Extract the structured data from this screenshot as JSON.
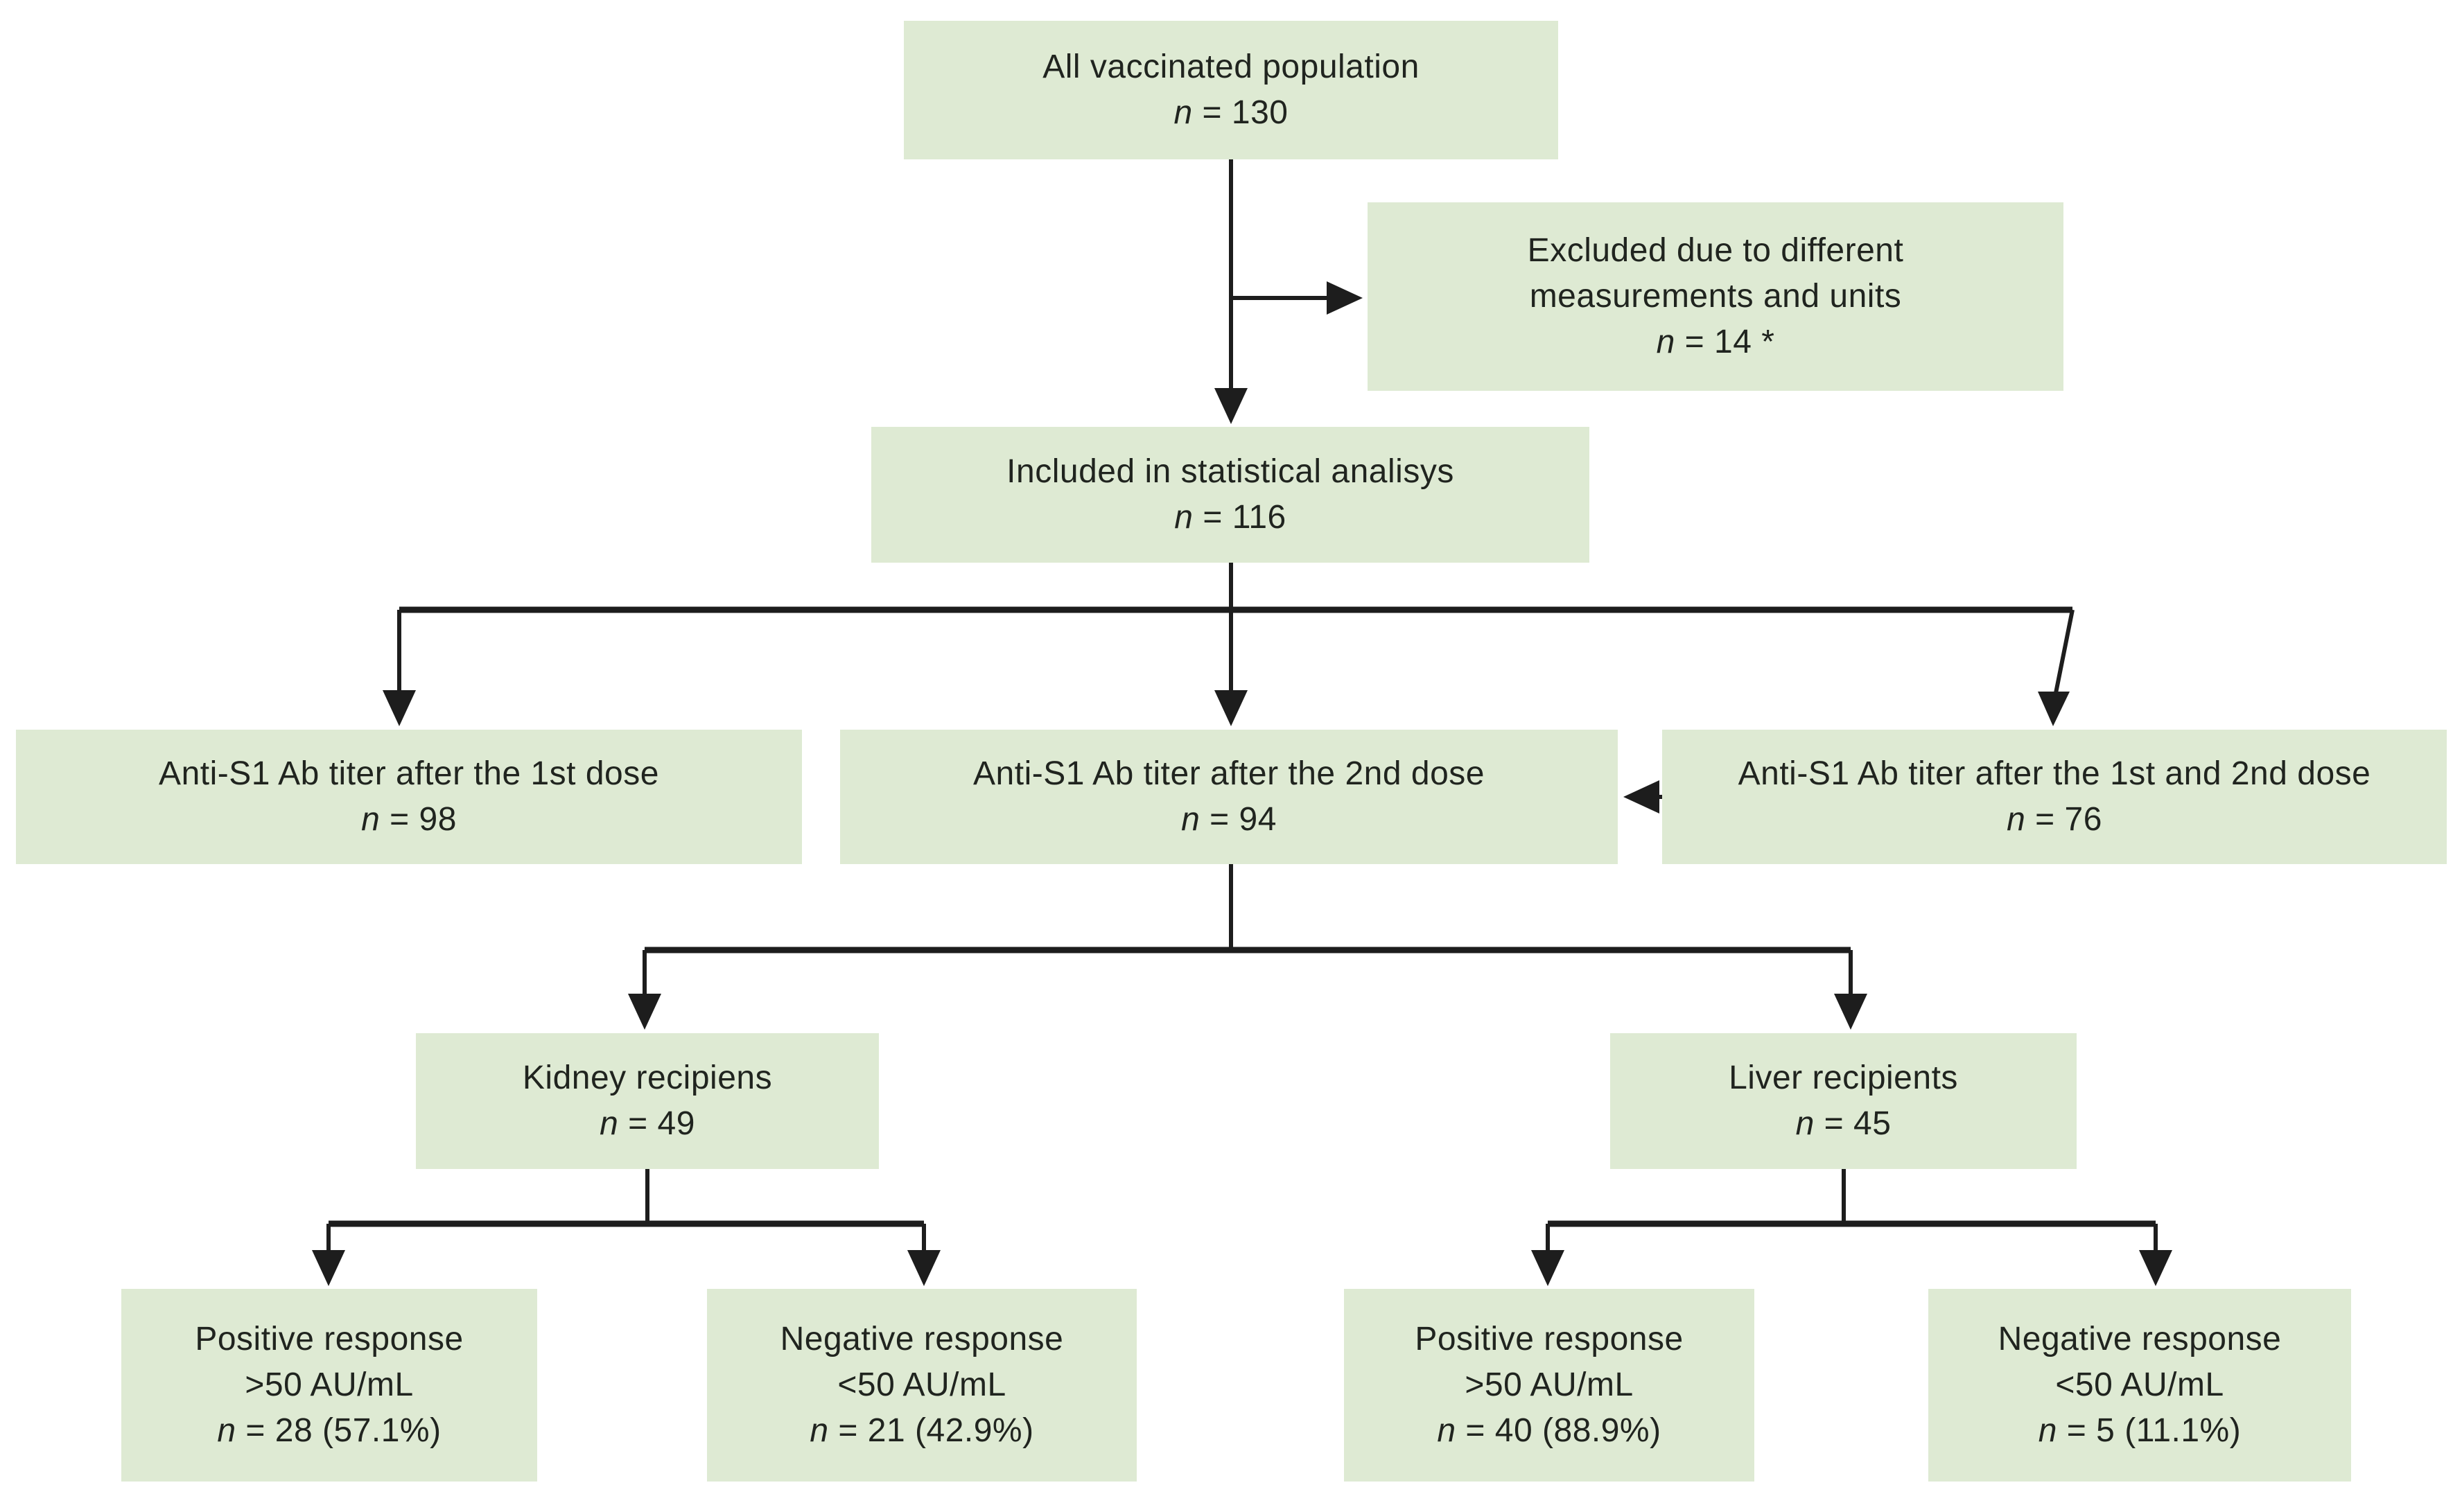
{
  "diagram": {
    "title": "Vaccinated population flow diagram",
    "n_symbol": "n",
    "colors": {
      "box_fill": "#deead3",
      "text": "#20241f",
      "line": "#1d1d1d",
      "background": "#ffffff"
    },
    "boxes": {
      "all_vaccinated": {
        "lines": [
          "All vaccinated population"
        ],
        "n_val": " = 130"
      },
      "excluded": {
        "lines": [
          "Excluded due to different",
          "measurements and units"
        ],
        "n_val": " = 14 *"
      },
      "included": {
        "lines": [
          "Included in statistical analisys"
        ],
        "n_val": " = 116"
      },
      "dose1": {
        "lines": [
          "Anti-S1 Ab titer after the 1st dose"
        ],
        "n_val": " = 98"
      },
      "dose2": {
        "lines": [
          "Anti-S1 Ab titer after the 2nd dose"
        ],
        "n_val": " = 94"
      },
      "dose12": {
        "lines": [
          "Anti-S1 Ab titer after the 1st and 2nd dose"
        ],
        "n_val": " = 76"
      },
      "kidney": {
        "lines": [
          "Kidney recipiens"
        ],
        "n_val": " = 49"
      },
      "liver": {
        "lines": [
          "Liver recipients"
        ],
        "n_val": " = 45"
      },
      "pos_kidney": {
        "lines": [
          "Positive response",
          ">50 AU/mL"
        ],
        "n_val": " = 28 (57.1%)"
      },
      "neg_kidney": {
        "lines": [
          "Negative response",
          "<50 AU/mL"
        ],
        "n_val": " = 21 (42.9%)"
      },
      "pos_liver": {
        "lines": [
          "Positive response",
          ">50 AU/mL"
        ],
        "n_val": " = 40 (88.9%)"
      },
      "neg_liver": {
        "lines": [
          "Negative response",
          "<50 AU/mL"
        ],
        "n_val": " = 5 (11.1%)"
      }
    }
  }
}
